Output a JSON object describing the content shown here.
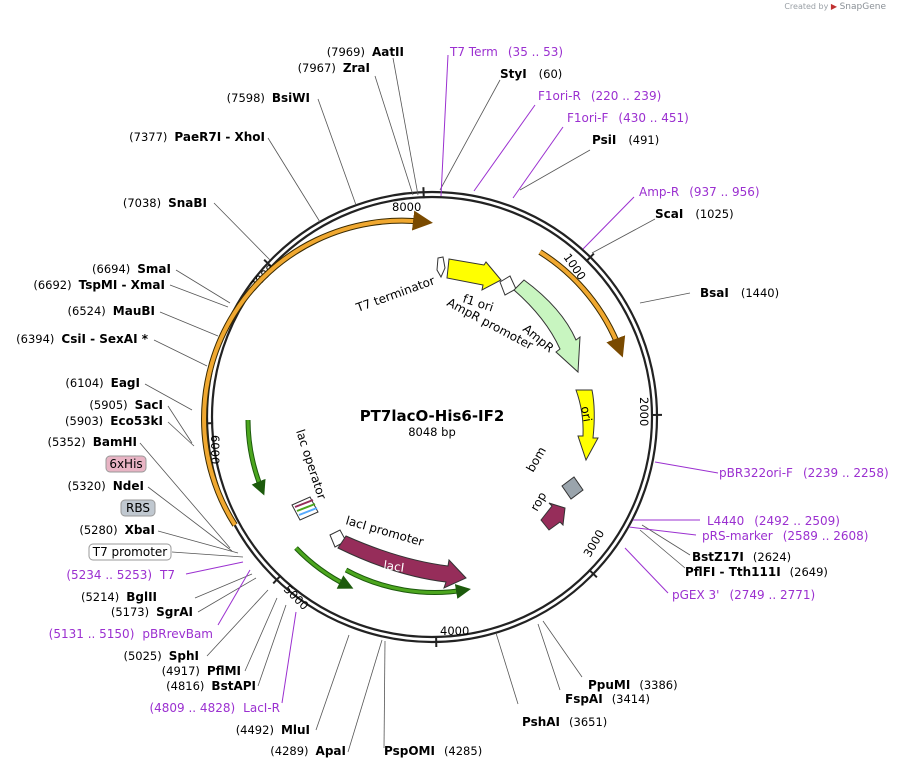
{
  "credit": {
    "prefix": "Created by",
    "brand": "SnapGene"
  },
  "plasmid": {
    "name": "PT7lacO-His6-IF2",
    "length_label": "8048 bp"
  },
  "ticks": [
    "1000",
    "2000",
    "3000",
    "4000",
    "5000",
    "6000",
    "7000",
    "8000"
  ],
  "features": {
    "t7_terminator": "T7 terminator",
    "f1_ori": "f1 ori",
    "ampr_promoter": "AmpR promoter",
    "ampr": "AmpR",
    "ori": "ori",
    "bom": "bom",
    "rop": "rop",
    "laci_promoter": "lacI promoter",
    "laci": "lacI",
    "lac_operator": "lac operator"
  },
  "sites_top": [
    {
      "pos": "(7969)",
      "name": "AatII"
    },
    {
      "pos": "(7967)",
      "name": "ZraI"
    },
    {
      "pos": "(7598)",
      "name": "BsiWI"
    },
    {
      "pos": "(7377)",
      "name": "PaeR7I  - XhoI"
    },
    {
      "pos": "(7038)",
      "name": "SnaBI"
    },
    {
      "name": "StyI",
      "pos": "(60)"
    },
    {
      "name": "PsiI",
      "pos": "(491)"
    },
    {
      "name": "ScaI",
      "pos": "(1025)"
    },
    {
      "name": "BsaI",
      "pos": "(1440)"
    }
  ],
  "sites_left": [
    {
      "pos": "(6694)",
      "name": "SmaI"
    },
    {
      "pos": "(6692)",
      "name": "TspMI  - XmaI"
    },
    {
      "pos": "(6524)",
      "name": "MauBI"
    },
    {
      "pos": "(6394)",
      "name": "CsiI  - SexAI *"
    },
    {
      "pos": "(6104)",
      "name": "EagI"
    },
    {
      "pos": "(5905)",
      "name": "SacI"
    },
    {
      "pos": "(5903)",
      "name": "Eco53kI"
    },
    {
      "pos": "(5352)",
      "name": "BamHI"
    },
    {
      "pos": "(5320)",
      "name": "NdeI"
    },
    {
      "pos": "(5280)",
      "name": "XbaI"
    },
    {
      "pos": "(5214)",
      "name": "BglII"
    },
    {
      "pos": "(5173)",
      "name": "SgrAI"
    },
    {
      "pos": "(5025)",
      "name": "SphI"
    },
    {
      "pos": "(4917)",
      "name": "PflMI"
    },
    {
      "pos": "(4816)",
      "name": "BstAPI"
    },
    {
      "pos": "(4492)",
      "name": "MluI"
    },
    {
      "pos": "(4289)",
      "name": "ApaI"
    }
  ],
  "sites_bottom_right": [
    {
      "name": "PspOMI",
      "pos": "(4285)"
    },
    {
      "name": "PshAI",
      "pos": "(3651)"
    },
    {
      "name": "FspAI",
      "pos": "(3414)"
    },
    {
      "name": "PpuMI",
      "pos": "(3386)"
    },
    {
      "name": "PflFI  - Tth111I",
      "pos": "(2649)"
    },
    {
      "name": "BstZ17I",
      "pos": "(2624)"
    }
  ],
  "primers": [
    {
      "name": "T7 Term",
      "range": "(35 .. 53)"
    },
    {
      "name": "F1ori-R",
      "range": "(220 .. 239)"
    },
    {
      "name": "F1ori-F",
      "range": "(430 .. 451)"
    },
    {
      "name": "Amp-R",
      "range": "(937 .. 956)"
    },
    {
      "name": "pBR322ori-F",
      "range": "(2239 .. 2258)"
    },
    {
      "name": "L4440",
      "range": "(2492 .. 2509)"
    },
    {
      "name": "pRS-marker",
      "range": "(2589 .. 2608)"
    },
    {
      "name": "pGEX 3'",
      "range": "(2749 .. 2771)"
    },
    {
      "name": "LacI-R",
      "range": "(4809 .. 4828)"
    },
    {
      "name": "pBRrevBam",
      "range": "(5131 .. 5150)"
    },
    {
      "name": "T7",
      "range": "(5234 .. 5253)"
    }
  ],
  "boxed_features": {
    "his": "6xHis",
    "rbs": "RBS",
    "t7_promoter": "T7 promoter"
  },
  "colors": {
    "primer": "#9b30d0",
    "orf": "#f0a830",
    "ampr": "#c8f5c0",
    "ori": "#ffff00",
    "laci": "#962d5a",
    "lac_operator_green": "#4ca61e",
    "backbone": "#222222"
  }
}
